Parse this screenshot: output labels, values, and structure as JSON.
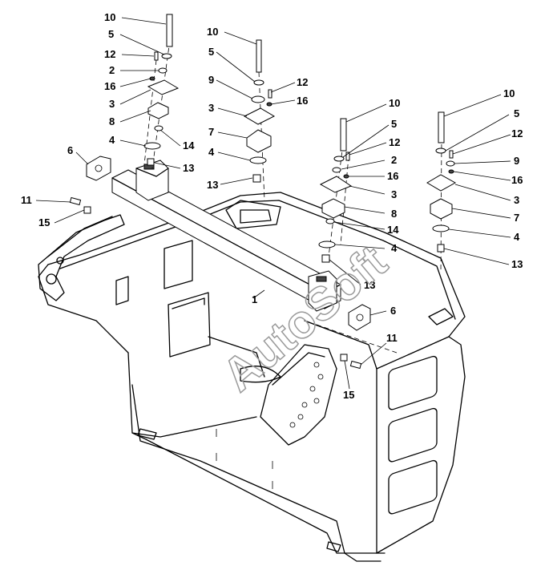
{
  "watermark": "AutoSoft",
  "callouts": [
    {
      "label": "10"
    },
    {
      "label": "5"
    },
    {
      "label": "12"
    },
    {
      "label": "2"
    },
    {
      "label": "16"
    },
    {
      "label": "3"
    },
    {
      "label": "8"
    },
    {
      "label": "4"
    },
    {
      "label": "14"
    },
    {
      "label": "13"
    },
    {
      "label": "6"
    },
    {
      "label": "11"
    },
    {
      "label": "15"
    },
    {
      "label": "10"
    },
    {
      "label": "5"
    },
    {
      "label": "9"
    },
    {
      "label": "12"
    },
    {
      "label": "16"
    },
    {
      "label": "3"
    },
    {
      "label": "7"
    },
    {
      "label": "4"
    },
    {
      "label": "13"
    },
    {
      "label": "10"
    },
    {
      "label": "5"
    },
    {
      "label": "12"
    },
    {
      "label": "2"
    },
    {
      "label": "16"
    },
    {
      "label": "3"
    },
    {
      "label": "8"
    },
    {
      "label": "14"
    },
    {
      "label": "4"
    },
    {
      "label": "13"
    },
    {
      "label": "1"
    },
    {
      "label": "6"
    },
    {
      "label": "11"
    },
    {
      "label": "15"
    },
    {
      "label": "10"
    },
    {
      "label": "5"
    },
    {
      "label": "12"
    },
    {
      "label": "9"
    },
    {
      "label": "16"
    },
    {
      "label": "3"
    },
    {
      "label": "7"
    },
    {
      "label": "4"
    },
    {
      "label": "13"
    }
  ]
}
